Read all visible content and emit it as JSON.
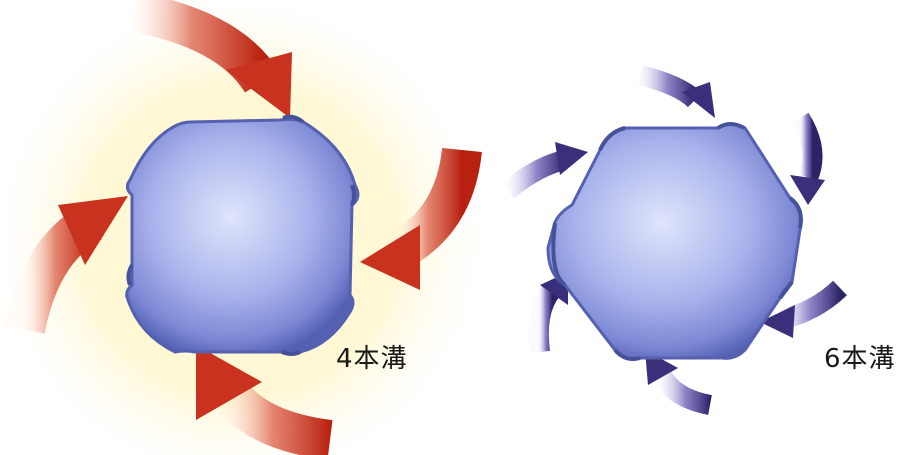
{
  "labels": {
    "four_groove": "4本溝",
    "six_groove": "6本溝"
  },
  "diagrams": [
    {
      "id": "four-groove",
      "grooves": 4,
      "arrow_color": "#c8321e",
      "arrow_count": 4
    },
    {
      "id": "six-groove",
      "grooves": 6,
      "arrow_color": "#3a2f7a",
      "arrow_count": 6
    }
  ],
  "colors": {
    "rotor_fill": "#8d9ae0",
    "rotor_edge": "#4a58a8",
    "glow": "#fff6c8",
    "red_arrow": "#c8321e",
    "purple_arrow": "#3a2f7a"
  }
}
